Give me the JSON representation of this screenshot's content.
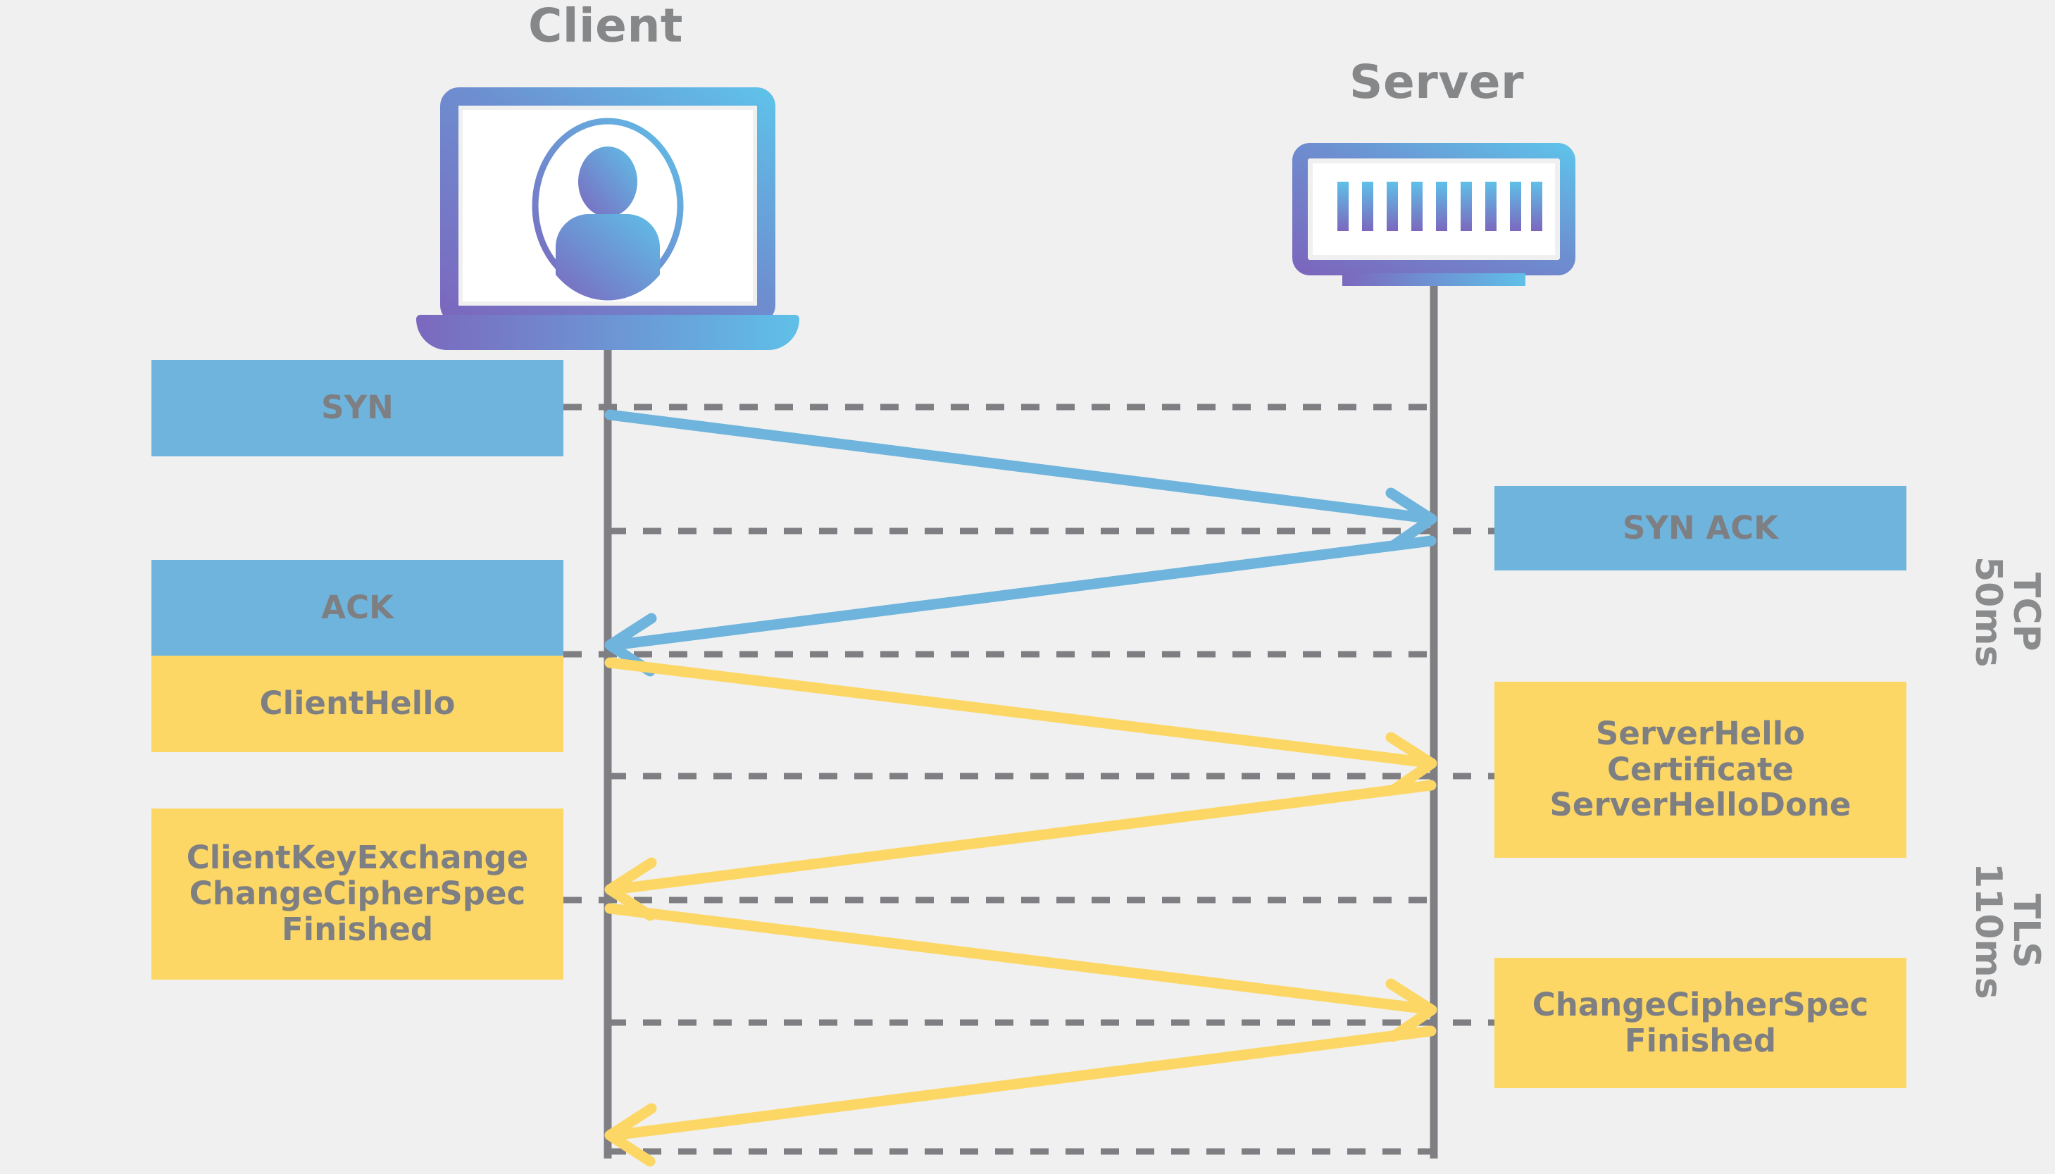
{
  "diagram": {
    "title_client": "Client",
    "title_server": "Server",
    "background_color": "#F0F0F0",
    "colors": {
      "tcp_blue": "#6FB4DC",
      "tls_yellow": "#FCD765",
      "text_gray": "#7E7F83",
      "lifeline_gray": "#7F7F83",
      "icon_gradient_start": "#7B6FC0",
      "icon_gradient_end": "#63BCE5"
    }
  },
  "client_messages": [
    {
      "label": "SYN",
      "color": "blue"
    },
    {
      "label": "ACK",
      "color": "blue"
    },
    {
      "label": "ClientHello",
      "color": "yellow"
    },
    {
      "label": "ClientKeyExchange\nChangeCipherSpec\nFinished",
      "color": "yellow"
    }
  ],
  "server_messages": [
    {
      "label": "SYN ACK",
      "color": "blue"
    },
    {
      "label": "ServerHello\nCertificate\nServerHelloDone",
      "color": "yellow"
    },
    {
      "label": "ChangeCipherSpec\nFinished",
      "color": "yellow"
    }
  ],
  "phases": [
    {
      "name": "TCP",
      "duration": "50ms"
    },
    {
      "name": "TLS",
      "duration": "110ms"
    }
  ],
  "arrows": [
    {
      "from": "client",
      "to": "server",
      "protocol": "tcp",
      "message": "SYN"
    },
    {
      "from": "server",
      "to": "client",
      "protocol": "tcp",
      "message": "SYN ACK"
    },
    {
      "from": "client",
      "to": "server",
      "protocol": "tls",
      "message": "ClientHello"
    },
    {
      "from": "server",
      "to": "client",
      "protocol": "tls",
      "message": "ServerHello Certificate ServerHelloDone"
    },
    {
      "from": "client",
      "to": "server",
      "protocol": "tls",
      "message": "ClientKeyExchange ChangeCipherSpec Finished"
    },
    {
      "from": "server",
      "to": "client",
      "protocol": "tls",
      "message": "ChangeCipherSpec Finished"
    }
  ]
}
